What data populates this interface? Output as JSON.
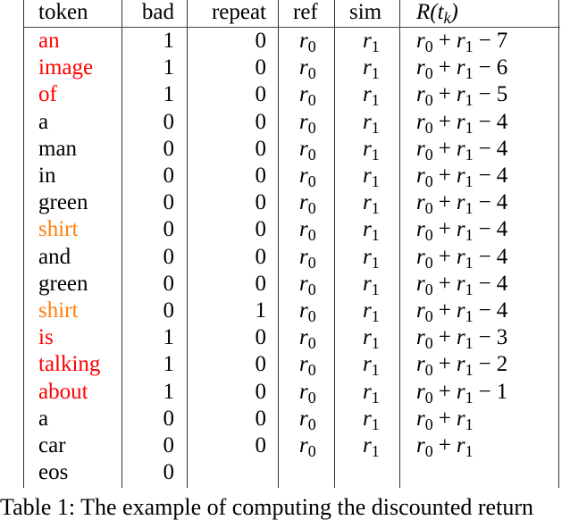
{
  "table": {
    "headers": {
      "token": "token",
      "bad": "bad",
      "repeat": "repeat",
      "ref": "ref",
      "sim": "sim",
      "R": "R(t_k)"
    },
    "colors": {
      "bad_token": "#ff0000",
      "repeat_token": "#ff7f0e",
      "normal": "#000000"
    },
    "rows": [
      {
        "token": "an",
        "style": "red",
        "bad": "1",
        "repeat": "0",
        "ref": "r_0",
        "sim": "r_1",
        "R": "r_0 + r_1 − 7"
      },
      {
        "token": "image",
        "style": "red",
        "bad": "1",
        "repeat": "0",
        "ref": "r_0",
        "sim": "r_1",
        "R": "r_0 + r_1 − 6"
      },
      {
        "token": "of",
        "style": "red",
        "bad": "1",
        "repeat": "0",
        "ref": "r_0",
        "sim": "r_1",
        "R": "r_0 + r_1 − 5"
      },
      {
        "token": "a",
        "style": "normal",
        "bad": "0",
        "repeat": "0",
        "ref": "r_0",
        "sim": "r_1",
        "R": "r_0 + r_1 − 4"
      },
      {
        "token": "man",
        "style": "normal",
        "bad": "0",
        "repeat": "0",
        "ref": "r_0",
        "sim": "r_1",
        "R": "r_0 + r_1 − 4"
      },
      {
        "token": "in",
        "style": "normal",
        "bad": "0",
        "repeat": "0",
        "ref": "r_0",
        "sim": "r_1",
        "R": "r_0 + r_1 − 4"
      },
      {
        "token": "green",
        "style": "normal",
        "bad": "0",
        "repeat": "0",
        "ref": "r_0",
        "sim": "r_1",
        "R": "r_0 + r_1 − 4"
      },
      {
        "token": "shirt",
        "style": "orange",
        "bad": "0",
        "repeat": "0",
        "ref": "r_0",
        "sim": "r_1",
        "R": "r_0 + r_1 − 4"
      },
      {
        "token": "and",
        "style": "normal",
        "bad": "0",
        "repeat": "0",
        "ref": "r_0",
        "sim": "r_1",
        "R": "r_0 + r_1 − 4"
      },
      {
        "token": "green",
        "style": "normal",
        "bad": "0",
        "repeat": "0",
        "ref": "r_0",
        "sim": "r_1",
        "R": "r_0 + r_1 − 4"
      },
      {
        "token": "shirt",
        "style": "orange",
        "bad": "0",
        "repeat": "1",
        "ref": "r_0",
        "sim": "r_1",
        "R": "r_0 + r_1 − 4"
      },
      {
        "token": "is",
        "style": "red",
        "bad": "1",
        "repeat": "0",
        "ref": "r_0",
        "sim": "r_1",
        "R": "r_0 + r_1 − 3"
      },
      {
        "token": "talking",
        "style": "red",
        "bad": "1",
        "repeat": "0",
        "ref": "r_0",
        "sim": "r_1",
        "R": "r_0 + r_1 − 2"
      },
      {
        "token": "about",
        "style": "red",
        "bad": "1",
        "repeat": "0",
        "ref": "r_0",
        "sim": "r_1",
        "R": "r_0 + r_1 − 1"
      },
      {
        "token": "a",
        "style": "normal",
        "bad": "0",
        "repeat": "0",
        "ref": "r_0",
        "sim": "r_1",
        "R": "r_0 + r_1"
      },
      {
        "token": "car",
        "style": "normal",
        "bad": "0",
        "repeat": "0",
        "ref": "r_0",
        "sim": "r_1",
        "R": "r_0 + r_1"
      },
      {
        "token": "eos",
        "style": "normal",
        "bad": "0",
        "repeat": "",
        "ref": "",
        "sim": "",
        "R": ""
      }
    ]
  },
  "caption": "Table 1: The example of computing the discounted return"
}
